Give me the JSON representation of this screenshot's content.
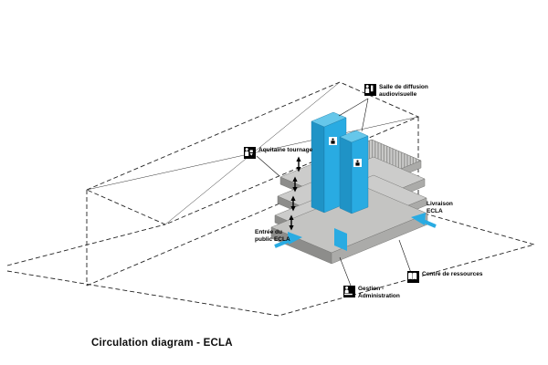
{
  "title": "Circulation diagram - ECLA",
  "colors": {
    "accent": "#29abe2",
    "accent_dark": "#1f93c6",
    "accent_light": "#66c7ea",
    "slab_gray": "#cfcfcd",
    "line": "#1a1a1a"
  },
  "labels": {
    "salle": {
      "line1": "Salle de diffusion",
      "line2": "audiovisuelle",
      "icon": "audience-screen-icon"
    },
    "aquitaine": {
      "line1": "Aquitaine tournage",
      "line2": "",
      "icon": "film-person-icon"
    },
    "livraison": {
      "line1": "Livraison",
      "line2": "ECLA",
      "icon": "delivery-arrow-icon"
    },
    "entree": {
      "line1": "Entrée du",
      "line2": "public ECLA",
      "icon": "entry-arrow-icon"
    },
    "gestion": {
      "line1": "Gestion -",
      "line2": "Administration",
      "icon": "manager-person-icon"
    },
    "ressources": {
      "line1": "Centre de ressources",
      "line2": "",
      "icon": "book-reader-icon"
    }
  }
}
